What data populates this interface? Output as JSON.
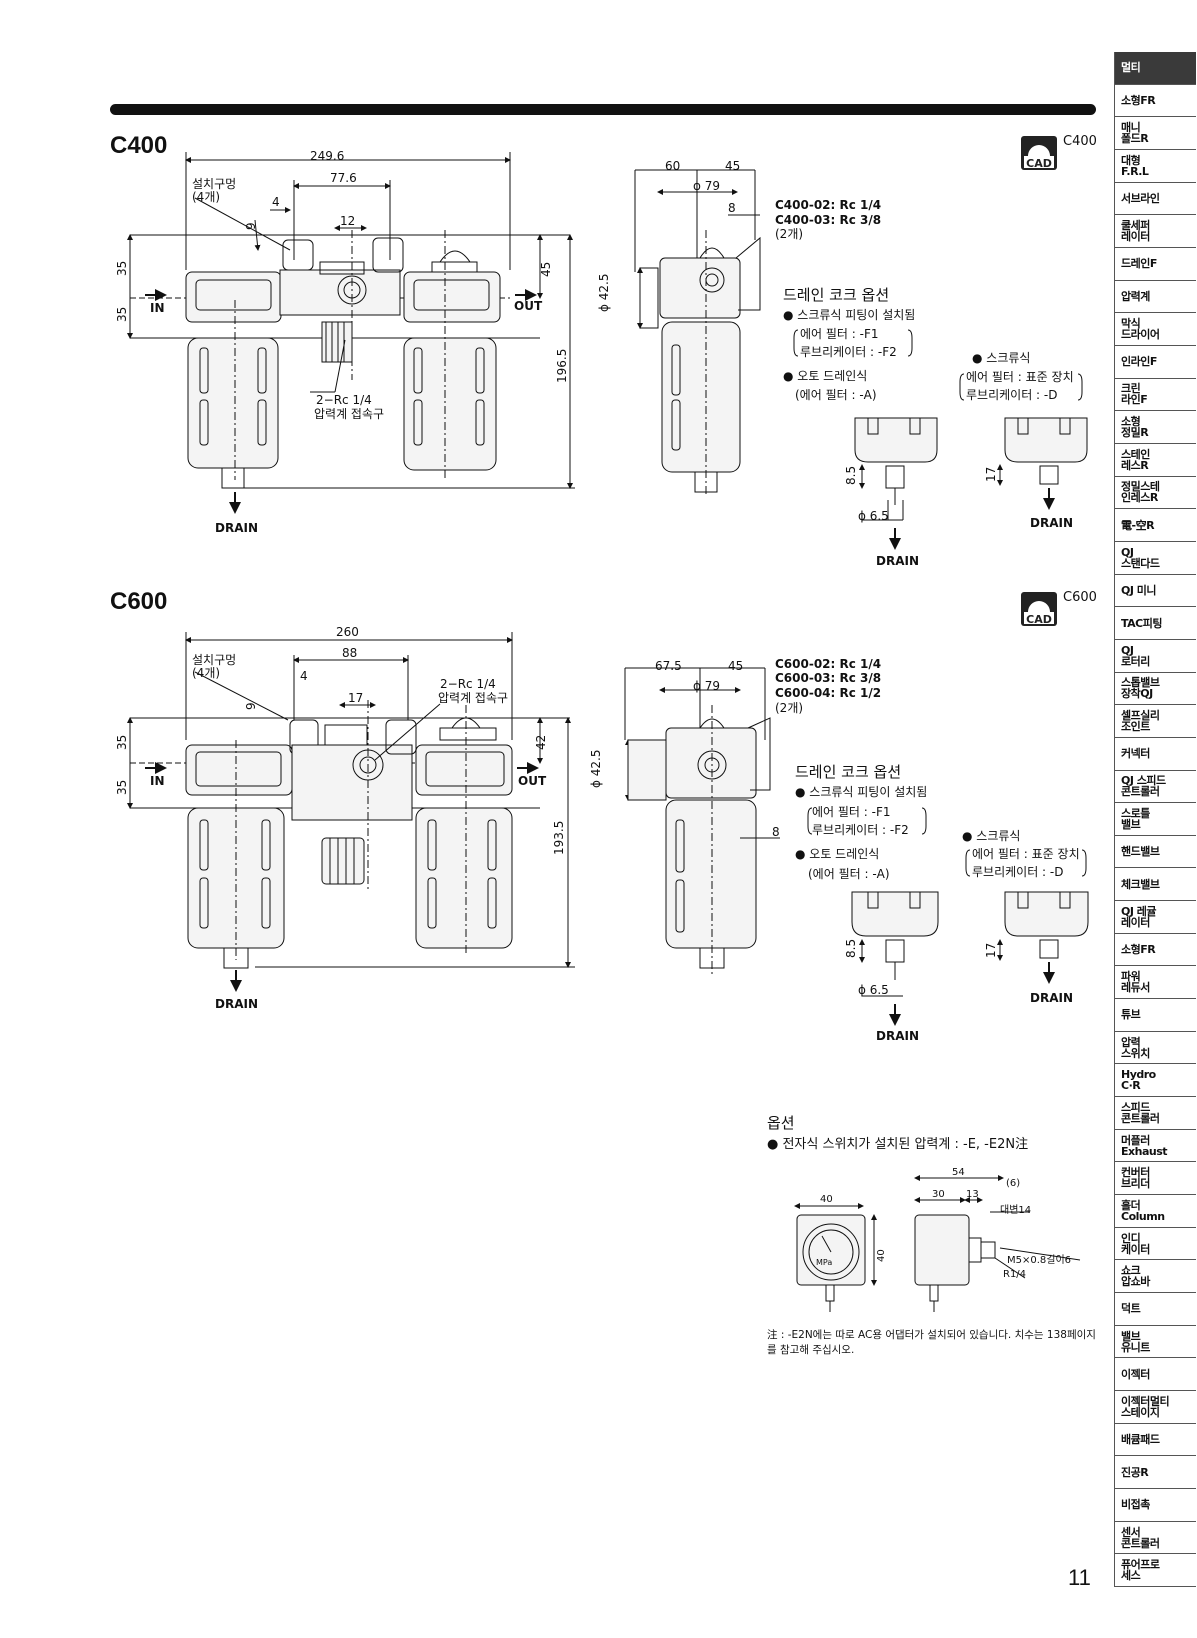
{
  "page_number": "11",
  "sections": [
    {
      "title": "C400",
      "cad_tag": "C400",
      "cad_logo": "CAD"
    },
    {
      "title": "C600",
      "cad_tag": "C600",
      "cad_logo": "CAD"
    }
  ],
  "c400": {
    "dims": {
      "overall": "249.6",
      "mid": "77.6",
      "mount_hole": "설치구멍\n(4개)",
      "d4": "4",
      "d9": "9",
      "d12": "12",
      "h35a": "35",
      "h35b": "35",
      "h45": "45",
      "h196": "196.5",
      "port": "2−Rc 1/4",
      "port2": "압력계 접속구",
      "in": "IN",
      "out": "OUT",
      "drain": "DRAIN"
    },
    "side": {
      "d60": "60",
      "d45": "45",
      "phi79": "ϕ 79",
      "d8": "8",
      "phi425": "ϕ 42.5",
      "port_a": "C400-02: Rc 1/4",
      "port_b": "C400-03: Rc 3/8",
      "port_n": "(2개)"
    },
    "drain_opt": {
      "title": "드레인 코크 옵션",
      "b1": "● 스크류식 피팅이 설치됨",
      "b1a": "에어 필터 : -F1",
      "b1b": "루브리케이터 : -F2",
      "b2": "● 오토 드레인식",
      "b2a": "(에어 필터 : -A)",
      "b3": "● 스크류식",
      "b3a": "에어 필터 : 표준 장치",
      "b3b": "루브리케이터 : -D",
      "d85": "8.5",
      "phi65": "ϕ 6.5",
      "d17": "17",
      "drain": "DRAIN"
    }
  },
  "c600": {
    "dims": {
      "overall": "260",
      "mid": "88",
      "mount_hole": "설치구멍\n(4개)",
      "d4": "4",
      "d9": "9",
      "d17": "17",
      "h35a": "35",
      "h35b": "35",
      "h42": "42",
      "h193": "193.5",
      "port": "2−Rc 1/4",
      "port2": "압력계 접속구",
      "in": "IN",
      "out": "OUT",
      "drain": "DRAIN"
    },
    "side": {
      "d675": "67.5",
      "d45": "45",
      "phi79": "ϕ 79",
      "d8": "8",
      "phi425": "ϕ 42.5",
      "port_a": "C600-02: Rc 1/4",
      "port_b": "C600-03: Rc 3/8",
      "port_c": "C600-04: Rc 1/2",
      "port_n": "(2개)"
    },
    "drain_opt": {
      "title": "드레인 코크 옵션",
      "b1": "● 스크류식 피팅이 설치됨",
      "b1a": "에어 필터      : -F1",
      "b1b": "루브리케이터 : -F2",
      "b2": "● 오토 드레인식",
      "b2a": "(에어 필터 : -A)",
      "b3": "● 스크류식",
      "b3a": "에어 필터 : 표준 장치",
      "b3b": "루브리케이터 : -D",
      "d85": "8.5",
      "phi65": "ϕ 6.5",
      "d17": "17",
      "drain": "DRAIN"
    }
  },
  "option": {
    "heading": "옵션",
    "bullet": "● 전자식 스위치가 설치된 압력계 : -E, -E2N注",
    "dims": {
      "d40a": "40",
      "d40b": "40",
      "d54": "54",
      "d30": "30",
      "d13": "13",
      "d6": "(6)",
      "across": "대변14",
      "m5": "M5×0.8길이6",
      "r14": "R1/4",
      "mpa": "MPa"
    },
    "note": "注 : -E2N에는 따로 AC용 어댑터가 설치되어 있습니다. 치수는 138페이지를 참고해 주십시오."
  },
  "sidebar": {
    "items": [
      "멀티",
      "소형FR",
      "매니\n폴드R",
      "대형\nF.R.L",
      "서브라인",
      "쿨세퍼\n레이터",
      "드레인F",
      "압력계",
      "막식\n드라이어",
      "인라인F",
      "크린\n라인F",
      "소형\n정밀R",
      "스테인\n레스R",
      "정밀스테\n인레스R",
      "電-空R",
      "QJ\n스탠다드",
      "QJ 미니",
      "TAC피팅",
      "QJ\n로터리",
      "스톱밸브\n장착QJ",
      "셀프실리\n조인트",
      "커넥터",
      "QJ 스피드\n콘트롤러",
      "스로틀\n밸브",
      "핸드밸브",
      "체크밸브",
      "QJ 레귤\n레이터",
      "소형FR",
      "파워\n레듀서",
      "튜브",
      "압력\n스위치",
      "Hydro\nC·R",
      "스피드\n콘트롤러",
      "머플러\nExhaust",
      "컨버터\n브리더",
      "홀더\nColumn",
      "인디\n케이터",
      "쇼크\n압쇼바",
      "덕트",
      "밸브\n유니트",
      "이젝터",
      "이젝터멀티\n스테이지",
      "배큠패드",
      "진공R",
      "비접촉",
      "센서\n콘트롤러",
      "퓨어프로\n세스"
    ],
    "active_index": 0
  }
}
